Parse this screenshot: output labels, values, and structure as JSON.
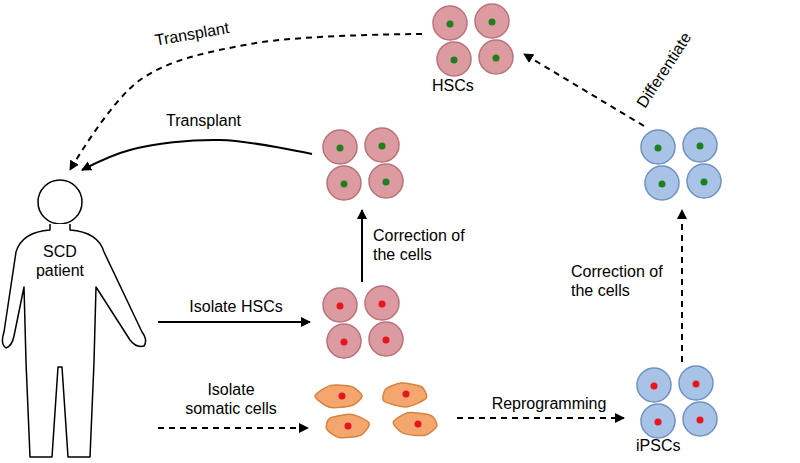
{
  "diagram": {
    "nodes": [
      {
        "text": [
          "HSCs"
        ]
      },
      {
        "text": []
      },
      {
        "text": [
          "SCD patient"
        ]
      },
      {
        "text": []
      },
      {
        "text": []
      },
      {
        "text": []
      },
      {
        "text": [
          "iPSCs"
        ]
      }
    ],
    "edges": [
      {
        "from": 2,
        "to": 3,
        "label": "Isolate HSCs",
        "arrow": "to"
      },
      {
        "from": 3,
        "to": 1,
        "label": "Correction of the cells",
        "arrow": "to"
      },
      {
        "from": 1,
        "to": 2,
        "label": "Transplant",
        "arrow": "to"
      },
      {
        "from": 2,
        "to": 5,
        "label": "Isolate somatic cells",
        "arrow": "to"
      },
      {
        "from": 5,
        "to": 6,
        "label": "Reprogramming",
        "arrow": "to"
      },
      {
        "from": 6,
        "to": 4,
        "label": "Correction of the cells",
        "arrow": "to"
      },
      {
        "from": 4,
        "to": 0,
        "label": "Differentiate",
        "arrow": "to"
      },
      {
        "from": 0,
        "to": 2,
        "label": "Transplant",
        "arrow": "to"
      }
    ]
  }
}
